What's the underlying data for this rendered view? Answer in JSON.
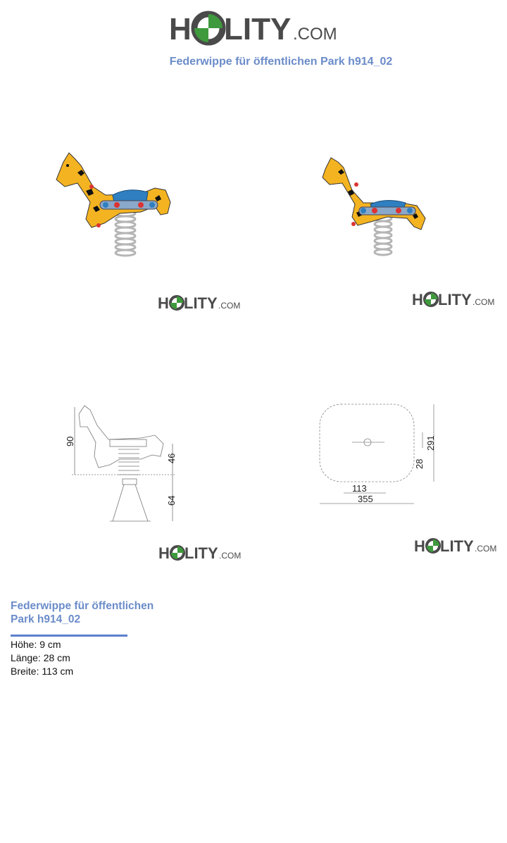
{
  "brand": {
    "name": "HOLITY",
    "suffix": ".COM",
    "o_letter": "O",
    "dark": "#4a4a4a",
    "green": "#3e9a3c"
  },
  "page_title": "Federwippe für öffentlichen Park h914_02",
  "images": {
    "view1": {
      "label": "giraffe spring rider front view"
    },
    "view2": {
      "label": "giraffe spring rider three-quarter view"
    },
    "side_drawing": {
      "dim_total": "90",
      "dim_seat": "46",
      "dim_ground": "64"
    },
    "top_drawing": {
      "dim_inner": "113",
      "dim_outer": "355",
      "dim_small": "28",
      "dim_depth": "291"
    }
  },
  "section": {
    "title_line1": "Federwippe für öffentlichen",
    "title_line2": "Park h914_02",
    "specs": [
      {
        "text": "Höhe: 9 cm"
      },
      {
        "text": "Länge: 28 cm"
      },
      {
        "text": "Breite: 113 cm"
      }
    ]
  },
  "colors": {
    "accent": "#6b8cc9",
    "rule": "#5b7fcc",
    "giraffe": "#f4b321",
    "seat": "#2f7fc1",
    "spring": "#c8c8c8"
  }
}
